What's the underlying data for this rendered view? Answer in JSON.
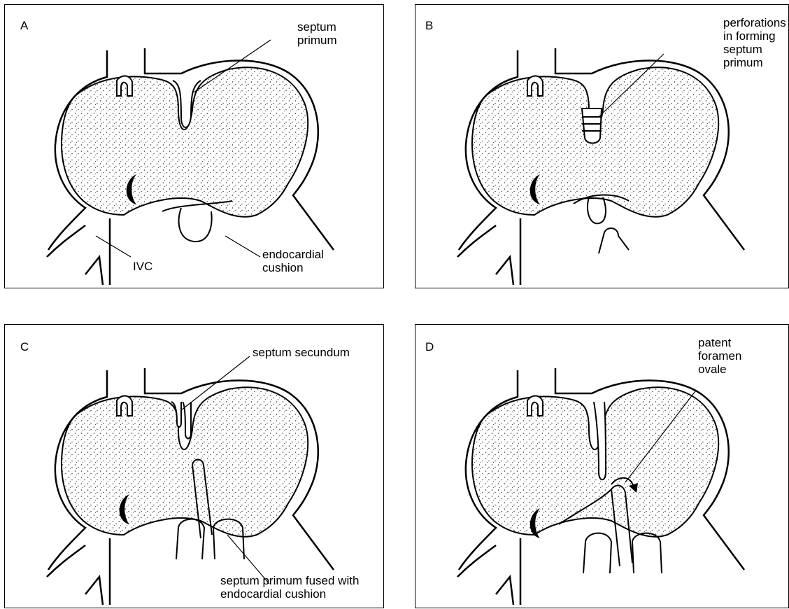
{
  "panels": {
    "A": {
      "letter": "A",
      "labels": {
        "septum_primum": "septum\nprimum",
        "ivc": "IVC",
        "endocardial_cushion": "endocardial\ncushion"
      }
    },
    "B": {
      "letter": "B",
      "labels": {
        "perforations": "perforations\nin forming\nseptum\nprimum"
      }
    },
    "C": {
      "letter": "C",
      "labels": {
        "septum_secundum": "septum secundum",
        "fused": "septum primum fused with\nendocardial cushion"
      }
    },
    "D": {
      "letter": "D",
      "labels": {
        "foramen": "patent\nforamen\novale"
      }
    }
  }
}
